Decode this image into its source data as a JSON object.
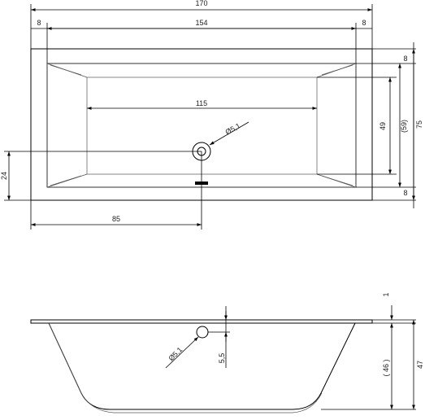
{
  "top_view": {
    "overall_width": "170",
    "rim_left": "8",
    "inner_length": "154",
    "rim_right": "8",
    "bottom_length": "115",
    "rim_top": "8",
    "bottom_width": "49",
    "inner_width": "(59)",
    "overall_height": "75",
    "rim_bottom": "8",
    "drain_offset_y": "24",
    "drain_offset_x": "85",
    "drain_diameter": "Ø5,1"
  },
  "side_view": {
    "rim_thickness": "1",
    "overflow_diameter": "Ø5,1",
    "overflow_offset": "5,5",
    "inner_depth": "( 46 )",
    "overall_depth": "47"
  }
}
